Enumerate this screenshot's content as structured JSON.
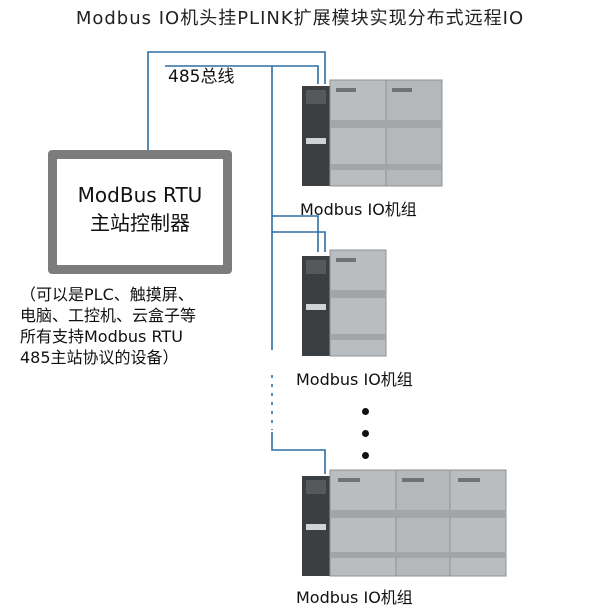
{
  "title": "Modbus IO机头挂PLINK扩展模块实现分布式远程IO",
  "bus_label": "485总线",
  "master": {
    "line1": "ModBus RTU",
    "line2": "主站控制器",
    "note": [
      "（可以是PLC、触摸屏、",
      "电脑、工控机、云盒子等",
      "所有支持Modbus RTU",
      "485主站协议的设备）"
    ]
  },
  "groups": [
    {
      "label": "Modbus IO机组",
      "modules": 2
    },
    {
      "label": "Modbus IO机组",
      "modules": 1
    },
    {
      "label": "Modbus IO机组",
      "modules": 3
    }
  ],
  "colors": {
    "wire": "#2e6da4",
    "box": "#7c7c7c",
    "module": "#b9bdbf",
    "head": "#3b3f41"
  }
}
